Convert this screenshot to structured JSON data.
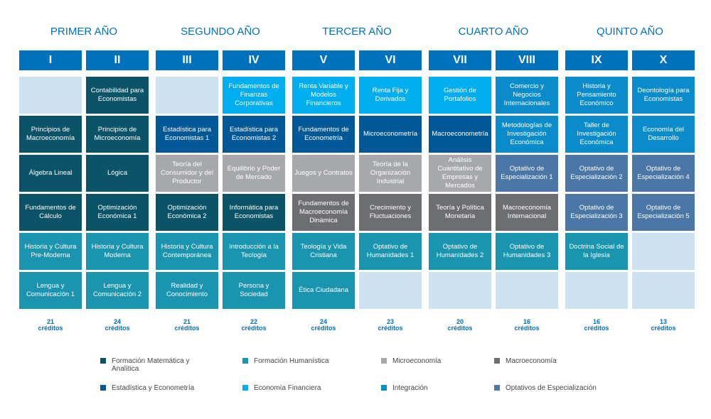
{
  "colors": {
    "mat": "#0b5366",
    "hum": "#1a94af",
    "micro": "#a6a8ab",
    "macro": "#6d6e71",
    "est": "#005896",
    "fin": "#00aeef",
    "int": "#0a8bcc",
    "opt": "#4a77a6",
    "empty": "#cde2f1"
  },
  "years": [
    {
      "title": "PRIMER AÑO",
      "semesters": [
        {
          "name": "I",
          "credits": "21",
          "credits_label": "créditos",
          "courses": [
            {
              "text": "",
              "cat": "empty"
            },
            {
              "text": "Principios de Macroeconomía",
              "cat": "mat"
            },
            {
              "text": "Álgebra Lineal",
              "cat": "mat"
            },
            {
              "text": "Fundamentos de Cálculo",
              "cat": "mat"
            },
            {
              "text": "Historia y Cultura Pre-Moderna",
              "cat": "hum"
            },
            {
              "text": "Lengua y Comunicación 1",
              "cat": "hum"
            }
          ]
        },
        {
          "name": "II",
          "credits": "24",
          "credits_label": "créditos",
          "courses": [
            {
              "text": "Contabilidad para Economistas",
              "cat": "mat"
            },
            {
              "text": "Principios de Microeconomía",
              "cat": "mat"
            },
            {
              "text": "Lógica",
              "cat": "mat"
            },
            {
              "text": "Optimización Económica 1",
              "cat": "mat"
            },
            {
              "text": "Historia y Cultura Moderna",
              "cat": "hum"
            },
            {
              "text": "Lengua y Comunicación 2",
              "cat": "hum"
            }
          ]
        }
      ]
    },
    {
      "title": "SEGUNDO AÑO",
      "semesters": [
        {
          "name": "III",
          "credits": "21",
          "credits_label": "créditos",
          "courses": [
            {
              "text": "",
              "cat": "empty"
            },
            {
              "text": "Estadística para Economistas 1",
              "cat": "est"
            },
            {
              "text": "Teoría del Consumidor y del Productor",
              "cat": "micro"
            },
            {
              "text": "Optimización Económica 2",
              "cat": "mat"
            },
            {
              "text": "Historia y Cultura Contemporánea",
              "cat": "hum"
            },
            {
              "text": "Realidad y Conocimiento",
              "cat": "hum"
            }
          ]
        },
        {
          "name": "IV",
          "credits": "22",
          "credits_label": "créditos",
          "courses": [
            {
              "text": "Fundamentos de Finanzas Corporativas",
              "cat": "fin"
            },
            {
              "text": "Estadística para Economistas 2",
              "cat": "est"
            },
            {
              "text": "Equilibrio y Poder de Mercado",
              "cat": "micro"
            },
            {
              "text": "Informática para Economistas",
              "cat": "mat"
            },
            {
              "text": "Introducción a la Teología",
              "cat": "hum"
            },
            {
              "text": "Persona y Sociedad",
              "cat": "hum"
            }
          ]
        }
      ]
    },
    {
      "title": "TERCER AÑO",
      "semesters": [
        {
          "name": "V",
          "credits": "24",
          "credits_label": "créditos",
          "courses": [
            {
              "text": "Renta Variable y Modelos Financieros",
              "cat": "fin"
            },
            {
              "text": "Fundamentos de Econometría",
              "cat": "est"
            },
            {
              "text": "Juegos y Contratos",
              "cat": "micro"
            },
            {
              "text": "Fundamentos de Macroeconomía Dinámica",
              "cat": "macro"
            },
            {
              "text": "Teología y Vida Cristiana",
              "cat": "hum"
            },
            {
              "text": "Ética Ciudadana",
              "cat": "hum"
            }
          ]
        },
        {
          "name": "VI",
          "credits": "23",
          "credits_label": "créditos",
          "courses": [
            {
              "text": "Renta Fija y Derivados",
              "cat": "fin"
            },
            {
              "text": "Microeconometría",
              "cat": "est"
            },
            {
              "text": "Teoría de la Organización Industrial",
              "cat": "micro"
            },
            {
              "text": "Crecimiento y Fluctuaciones",
              "cat": "macro"
            },
            {
              "text": "Optativo de Humanidades 1",
              "cat": "hum"
            },
            {
              "text": "",
              "cat": "empty"
            }
          ]
        }
      ]
    },
    {
      "title": "CUARTO AÑO",
      "semesters": [
        {
          "name": "VII",
          "credits": "20",
          "credits_label": "créditos",
          "courses": [
            {
              "text": "Gestión de Portafolios",
              "cat": "fin"
            },
            {
              "text": "Macroeconometría",
              "cat": "est"
            },
            {
              "text": "Análisis Cuantitativo de Empresas y Mercados",
              "cat": "micro"
            },
            {
              "text": "Teoría y Política Monetaria",
              "cat": "macro"
            },
            {
              "text": "Optativo de Humanidades 2",
              "cat": "hum"
            },
            {
              "text": "",
              "cat": "empty"
            }
          ]
        },
        {
          "name": "VIII",
          "credits": "16",
          "credits_label": "créditos",
          "courses": [
            {
              "text": "Comercio y Negocios Internacionales",
              "cat": "int"
            },
            {
              "text": "Metodologías de Investigación Económica",
              "cat": "int"
            },
            {
              "text": "Optativo de Especialización 1",
              "cat": "opt"
            },
            {
              "text": "Macroeconomía Internacional",
              "cat": "macro"
            },
            {
              "text": "Optativo de Humanidades 3",
              "cat": "hum"
            },
            {
              "text": "",
              "cat": "empty"
            }
          ]
        }
      ]
    },
    {
      "title": "QUINTO AÑO",
      "semesters": [
        {
          "name": "IX",
          "credits": "16",
          "credits_label": "créditos",
          "courses": [
            {
              "text": "Historia y Pensamiento Económico",
              "cat": "int"
            },
            {
              "text": "Taller de Investigación Económica",
              "cat": "int"
            },
            {
              "text": "Optativo de Especialización 2",
              "cat": "opt"
            },
            {
              "text": "Optativo de Especialización 3",
              "cat": "opt"
            },
            {
              "text": "Doctrina Social de la Iglesia",
              "cat": "hum"
            },
            {
              "text": "",
              "cat": "empty"
            }
          ]
        },
        {
          "name": "X",
          "credits": "13",
          "credits_label": "créditos",
          "courses": [
            {
              "text": "Deontología para Economistas",
              "cat": "int"
            },
            {
              "text": "Economía del Desarrollo",
              "cat": "int"
            },
            {
              "text": "Optativo de Especialización 4",
              "cat": "opt"
            },
            {
              "text": "Optativo de Especialización 5",
              "cat": "opt"
            },
            {
              "text": "",
              "cat": "empty"
            },
            {
              "text": "",
              "cat": "empty"
            }
          ]
        }
      ]
    }
  ],
  "legend": [
    {
      "label": "Formación Matemática y Analítica",
      "cat": "mat"
    },
    {
      "label": "Formación Humanística",
      "cat": "hum"
    },
    {
      "label": "Microeconomía",
      "cat": "micro"
    },
    {
      "label": "Macroeconomía",
      "cat": "macro"
    },
    {
      "label": "Estadística y Econometría",
      "cat": "est"
    },
    {
      "label": "Economía Financiera",
      "cat": "fin"
    },
    {
      "label": "Integración",
      "cat": "int"
    },
    {
      "label": "Optativos de Especialización",
      "cat": "opt"
    }
  ]
}
